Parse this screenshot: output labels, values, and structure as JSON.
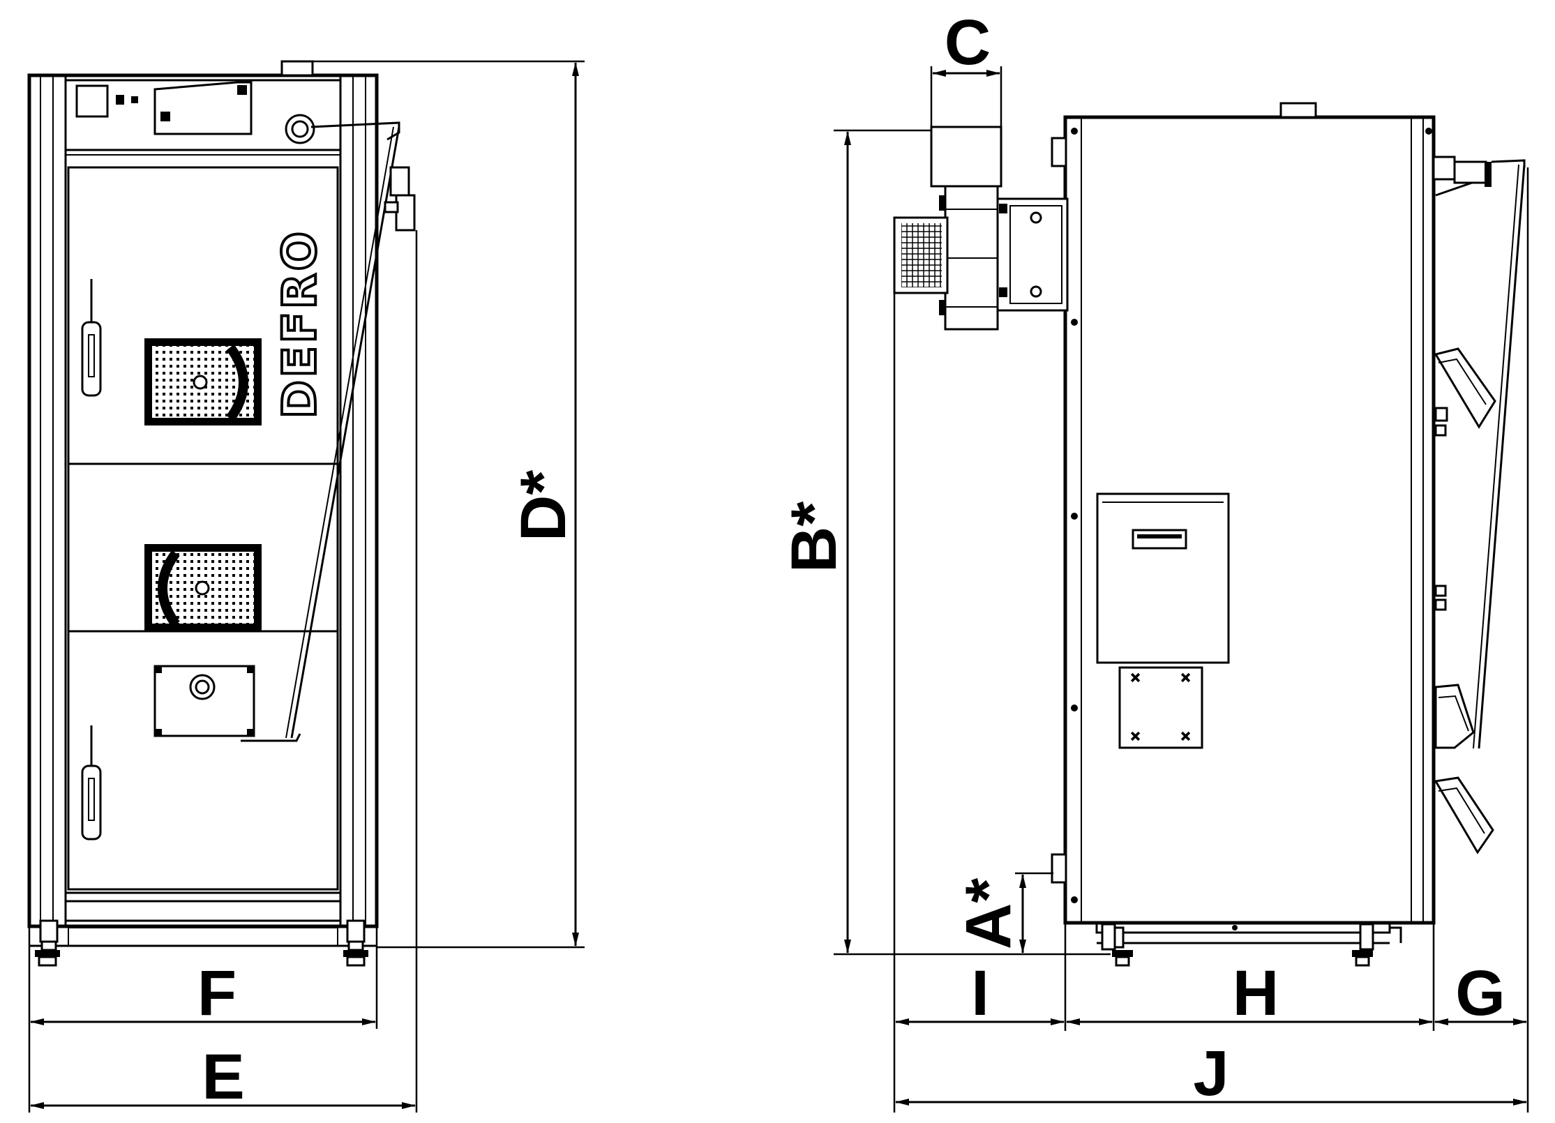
{
  "diagram": {
    "logo": "DEFRO",
    "labels": {
      "A": "A*",
      "B": "B*",
      "C": "C",
      "D": "D*",
      "E": "E",
      "F": "F",
      "G": "G",
      "H": "H",
      "I": "I",
      "J": "J"
    }
  },
  "colors": {
    "stroke": "#000000",
    "background": "#ffffff"
  }
}
